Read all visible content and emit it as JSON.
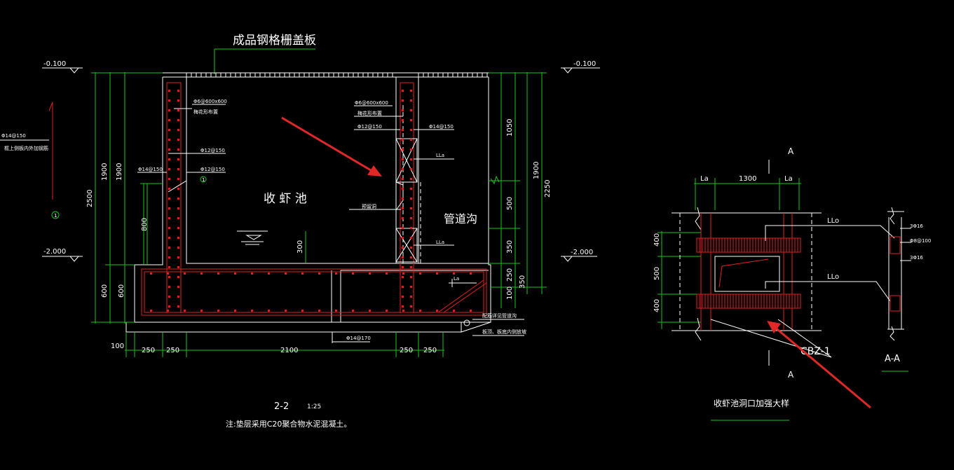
{
  "colors": {
    "background": "#000000",
    "outline": "#ffffff",
    "rebar": "#e02020",
    "dimension": "#18c818",
    "arrow": "#e02828"
  },
  "section": {
    "cover_plate_label": "成品钢格栅盖板",
    "level_left_top": "-0.100",
    "level_right_top": "-0.100",
    "level_left_bottom": "-2.000",
    "level_right_bottom": "-2.000",
    "pit_label": "收 虾 池",
    "trench_label": "管道沟",
    "mesh_left": "Φ6@600x600",
    "mesh_left_note": "梅花形布置",
    "mesh_right": "Φ6@600x600",
    "mesh_right_note": "梅花形布置",
    "bar_right_12": "Φ12@150",
    "bar_right_14": "Φ14@150",
    "bar_left_12a": "Φ12@150",
    "bar_left_12b": "Φ12@150",
    "bar_left_14": "Φ14@150",
    "bar_far_left_14": "Φ14@150",
    "far_left_note": "框上侧板内外加钢筋",
    "lla_upper": "LLa",
    "lla_lower": "LLa",
    "opening_label": "预留洞",
    "bottom_bar": "Φ14@170",
    "la_label": "La",
    "trench_note_1": "配筋详见管道沟",
    "trench_note_2": "板顶、板底内侧放坡",
    "marker_1": "1",
    "marker_1b": "1",
    "dims_left": [
      "2500",
      "1900",
      "1900",
      "800",
      "600",
      "600"
    ],
    "dims_right": [
      "1050",
      "1900",
      "2250",
      "500",
      "350",
      "250",
      "350",
      "100"
    ],
    "dim_300": "300",
    "dims_bottom": [
      "100",
      "250",
      "250",
      "2100",
      "250",
      "250"
    ],
    "title": "2-2",
    "scale": "1:25",
    "note": "注:垫层采用C20聚合物水泥混凝土。"
  },
  "detail": {
    "section_mark_top": "A",
    "section_mark_bottom": "A",
    "dims_top": [
      "La",
      "1300",
      "La"
    ],
    "dims_left": [
      "400",
      "500",
      "400"
    ],
    "llo_upper": "LLo",
    "llo_lower": "LLo",
    "tag": "CBZ-1",
    "aa_bar_1": "3Φ16",
    "aa_bar_2": "Φ8@100",
    "aa_bar_3": "3Φ16",
    "aa_title": "A-A",
    "title": "收虾池洞口加强大样"
  }
}
